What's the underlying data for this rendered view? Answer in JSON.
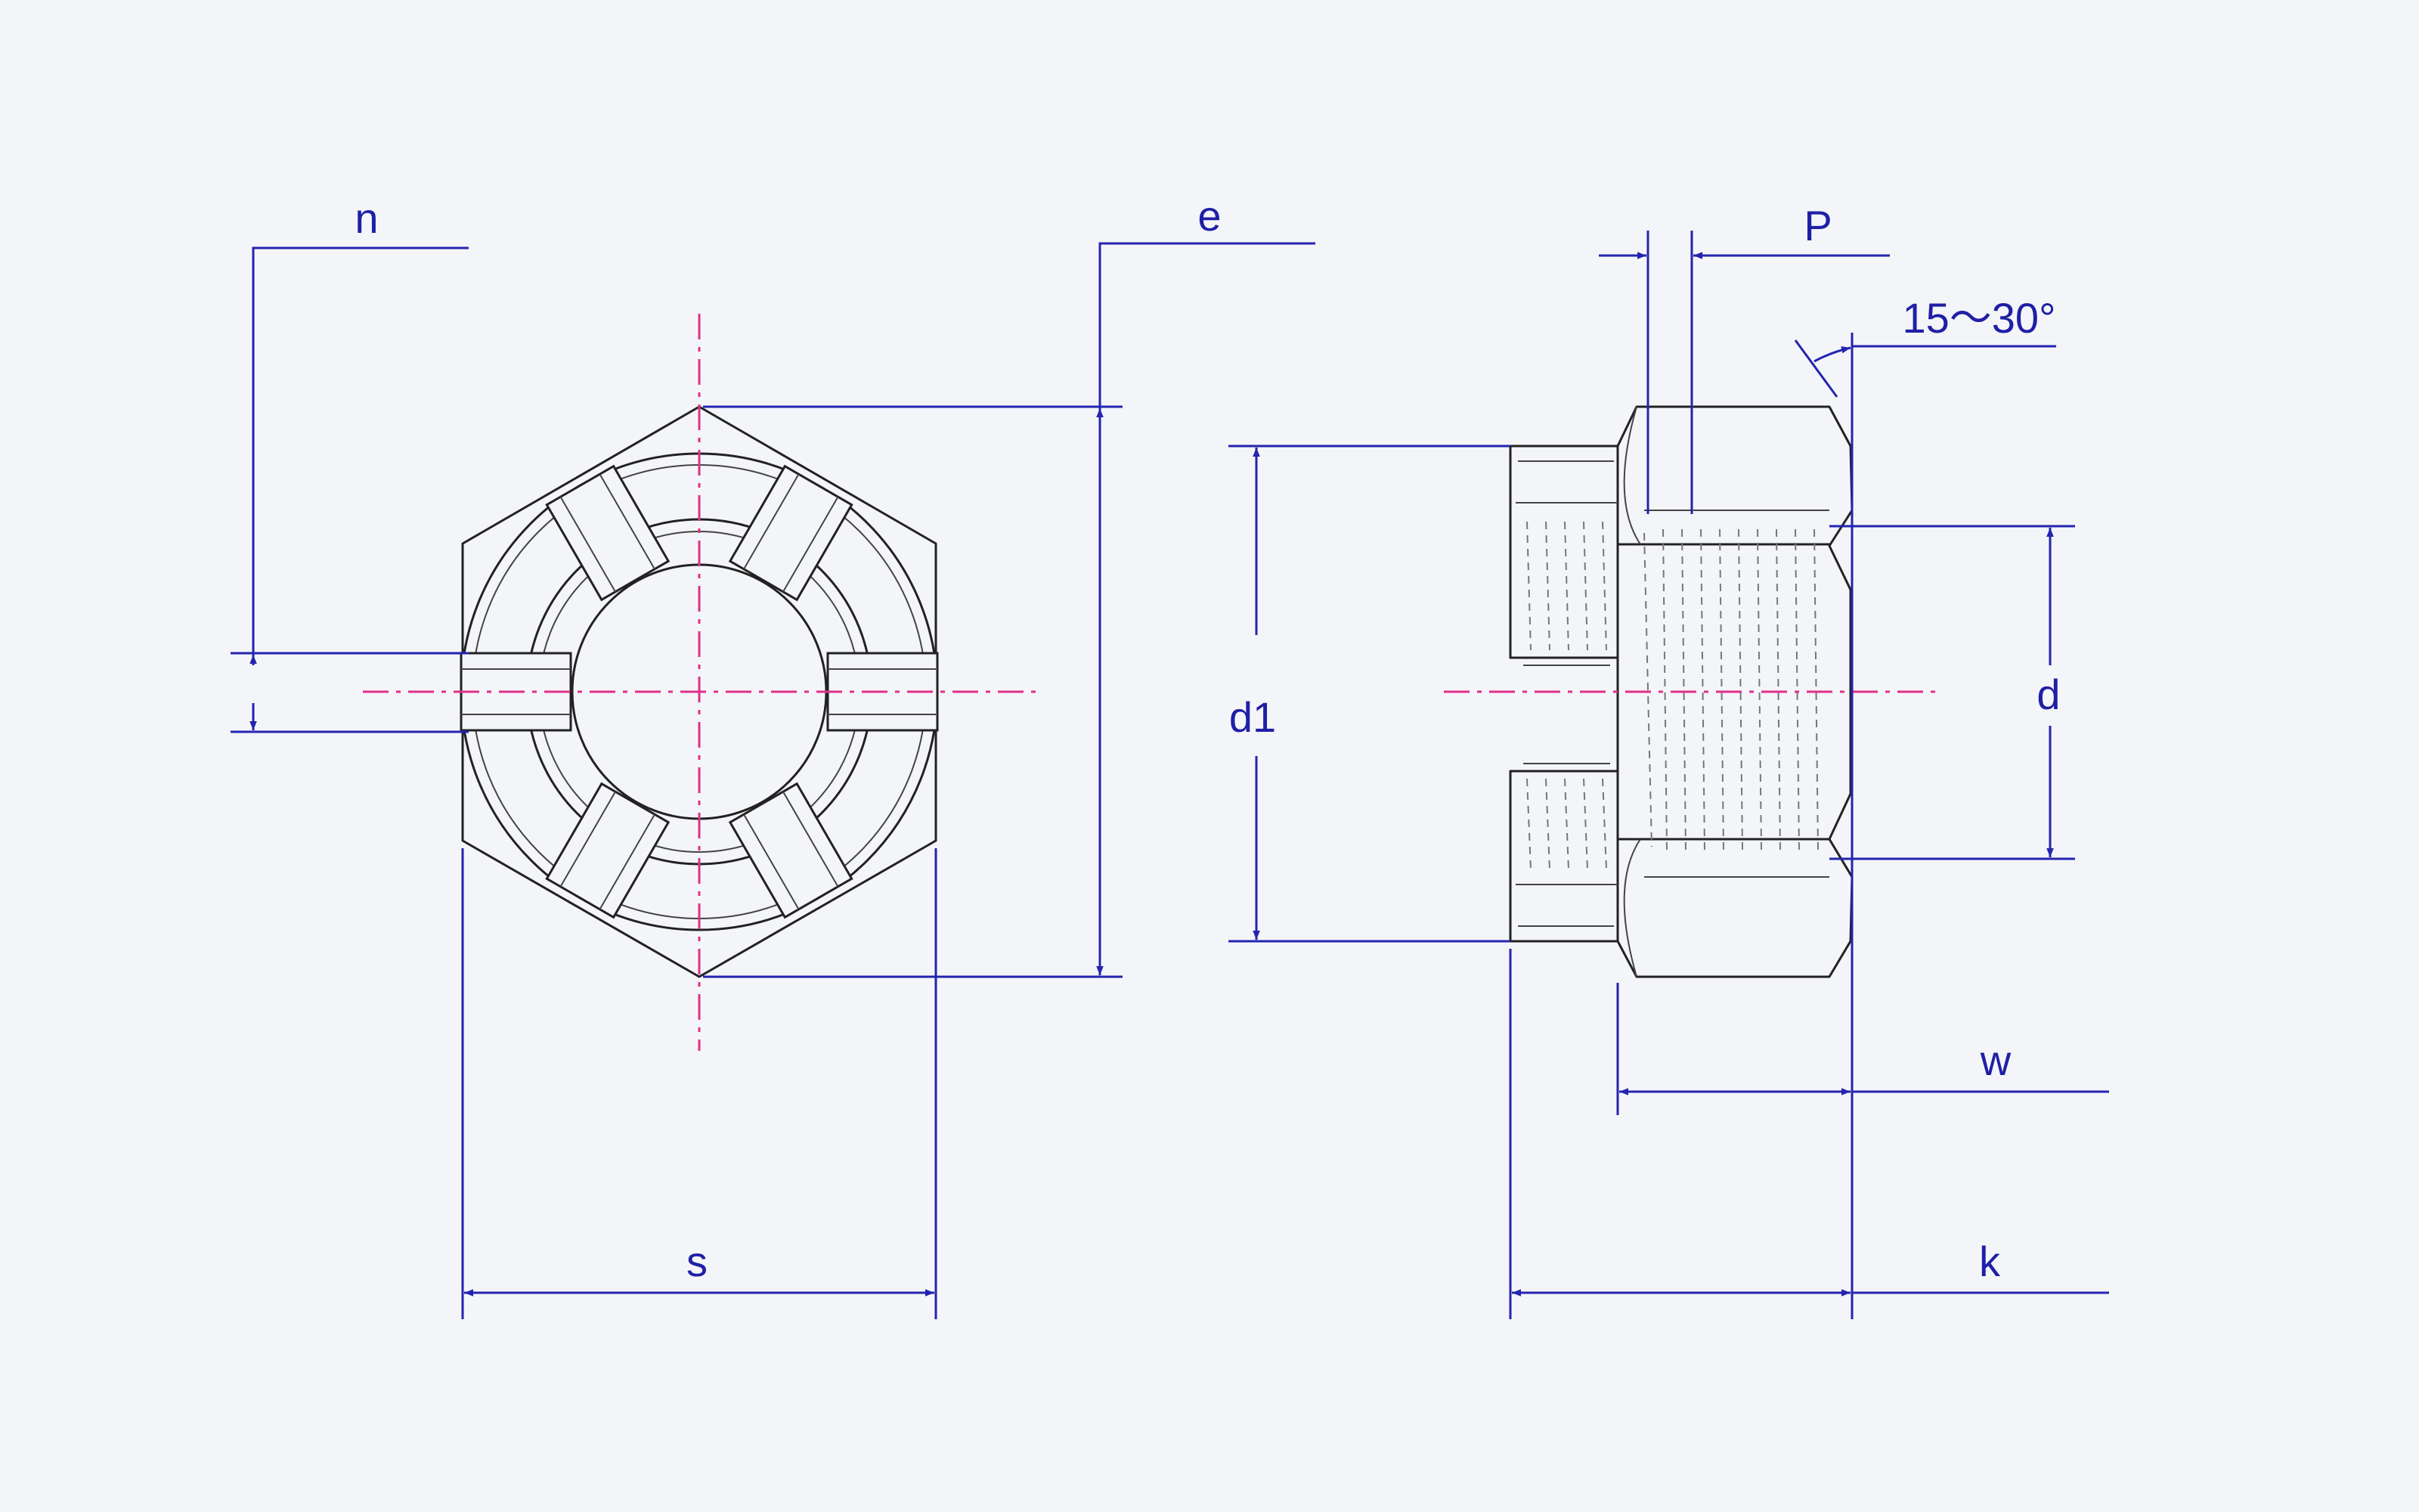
{
  "labels": {
    "n": "n",
    "e": "e",
    "s": "s",
    "p": "P",
    "angle": "15～30°",
    "d1": "d1",
    "d": "d",
    "w": "w",
    "k": "k"
  },
  "colors": {
    "dimension": "#2424b0",
    "centerline": "#e0308a",
    "object": "#222222",
    "background": "#f4f5f8"
  }
}
